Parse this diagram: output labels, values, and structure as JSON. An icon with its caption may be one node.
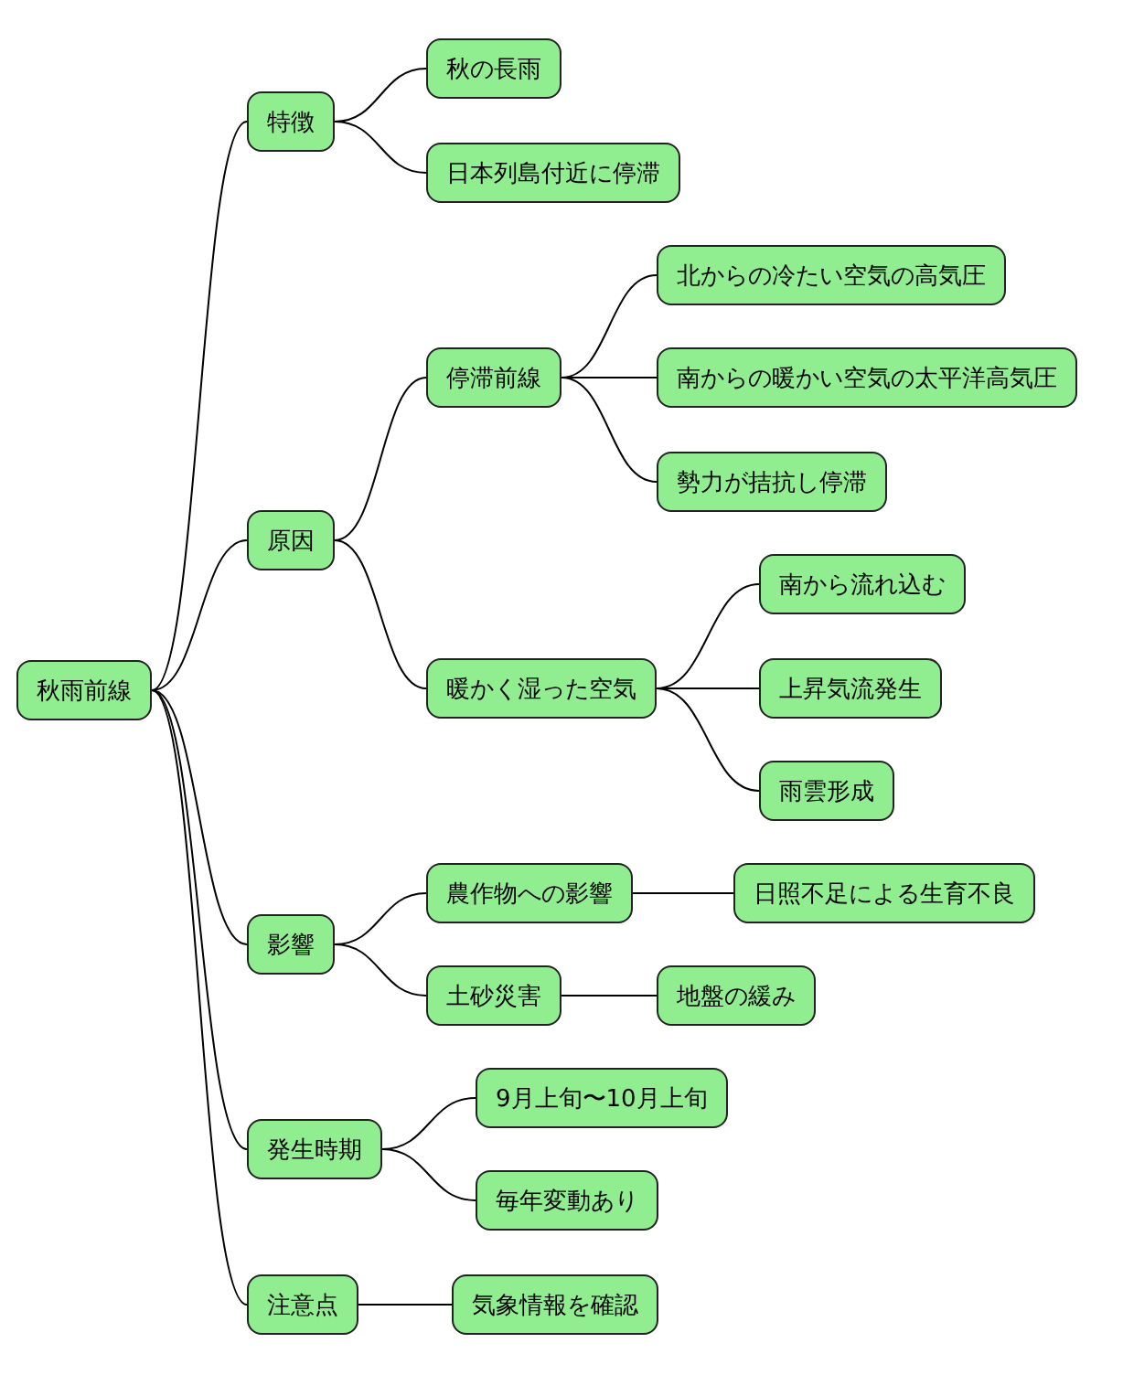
{
  "diagram": {
    "nodes": [
      {
        "text": [
          "秋雨前線"
        ]
      },
      {
        "text": [
          "特徴"
        ]
      },
      {
        "text": [
          "秋の長雨"
        ]
      },
      {
        "text": [
          "日本列島付近に停滞"
        ]
      },
      {
        "text": [
          "原因"
        ]
      },
      {
        "text": [
          "停滞前線"
        ]
      },
      {
        "text": [
          "北からの冷たい空気の高気圧"
        ]
      },
      {
        "text": [
          "南からの暖かい空気の太平洋高気圧"
        ]
      },
      {
        "text": [
          "勢力が拮抗し停滞"
        ]
      },
      {
        "text": [
          "暖かく湿った空気"
        ]
      },
      {
        "text": [
          "南から流れ込む"
        ]
      },
      {
        "text": [
          "上昇気流発生"
        ]
      },
      {
        "text": [
          "雨雲形成"
        ]
      },
      {
        "text": [
          "影響"
        ]
      },
      {
        "text": [
          "農作物への影響"
        ]
      },
      {
        "text": [
          "日照不足による生育不良"
        ]
      },
      {
        "text": [
          "土砂災害"
        ]
      },
      {
        "text": [
          "地盤の緩み"
        ]
      },
      {
        "text": [
          "発生時期"
        ]
      },
      {
        "text": [
          "9月上旬〜10月上旬"
        ]
      },
      {
        "text": [
          "毎年変動あり"
        ]
      },
      {
        "text": [
          "注意点"
        ]
      },
      {
        "text": [
          "気象情報を確認"
        ]
      }
    ],
    "edges": [
      {
        "from": 0,
        "to": 1,
        "arrow": "none"
      },
      {
        "from": 1,
        "to": 2,
        "arrow": "none"
      },
      {
        "from": 1,
        "to": 3,
        "arrow": "none"
      },
      {
        "from": 0,
        "to": 4,
        "arrow": "none"
      },
      {
        "from": 4,
        "to": 5,
        "arrow": "none"
      },
      {
        "from": 5,
        "to": 6,
        "arrow": "none"
      },
      {
        "from": 5,
        "to": 7,
        "arrow": "none"
      },
      {
        "from": 5,
        "to": 8,
        "arrow": "none"
      },
      {
        "from": 4,
        "to": 9,
        "arrow": "none"
      },
      {
        "from": 9,
        "to": 10,
        "arrow": "none"
      },
      {
        "from": 9,
        "to": 11,
        "arrow": "none"
      },
      {
        "from": 9,
        "to": 12,
        "arrow": "none"
      },
      {
        "from": 0,
        "to": 13,
        "arrow": "none"
      },
      {
        "from": 13,
        "to": 14,
        "arrow": "none"
      },
      {
        "from": 14,
        "to": 15,
        "arrow": "none"
      },
      {
        "from": 13,
        "to": 16,
        "arrow": "none"
      },
      {
        "from": 16,
        "to": 17,
        "arrow": "none"
      },
      {
        "from": 0,
        "to": 18,
        "arrow": "none"
      },
      {
        "from": 18,
        "to": 19,
        "arrow": "none"
      },
      {
        "from": 18,
        "to": 20,
        "arrow": "none"
      },
      {
        "from": 0,
        "to": 21,
        "arrow": "none"
      },
      {
        "from": 21,
        "to": 22,
        "arrow": "none"
      }
    ]
  }
}
